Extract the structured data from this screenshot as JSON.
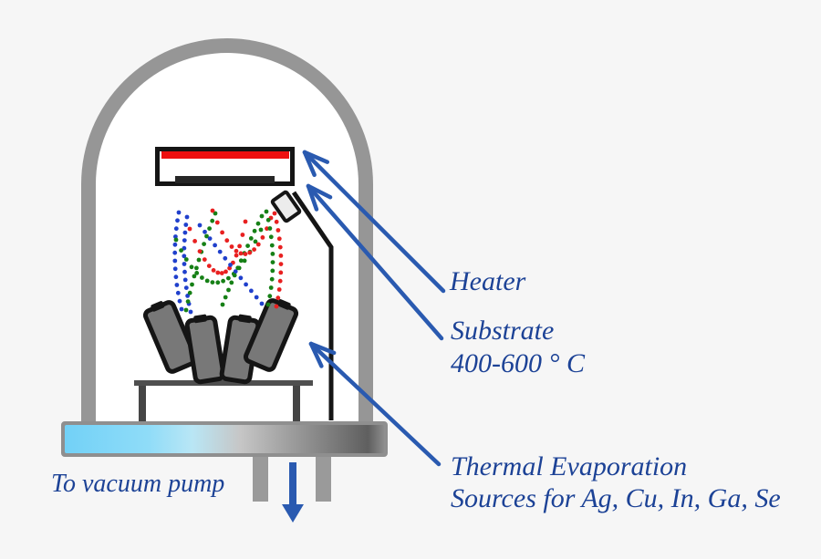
{
  "diagram": {
    "subject": "thermal-evaporation-vacuum-chamber",
    "source_materials": [
      "Ag",
      "Cu",
      "In",
      "Ga",
      "Se"
    ]
  },
  "labels": {
    "heater": "Heater",
    "substrate_line1": "Substrate",
    "substrate_line2": "400-600 ° C",
    "sources_line1": "Thermal Evaporation",
    "sources_line2": "Sources for Ag, Cu, In, Ga, Se",
    "vacuum_pump": "To vacuum pump"
  },
  "colors": {
    "background": "#f6f6f6",
    "annotation_text": "#1c4296",
    "annotation_arrow": "#2a5ab0",
    "chamber_wall": "#969696",
    "heater_red": "#ee1010",
    "substrate_dark": "#262626",
    "crucible_fill": "#787878",
    "outline_black": "#151515",
    "flange_blue": "#72d1f7",
    "flange_gray": "#5f5f5f",
    "plume_blue": "#2040cc",
    "plume_green": "#168016",
    "plume_red": "#e82020"
  },
  "icons": {
    "annotation_arrow": "up-left-open-arrow",
    "vacuum_arrow": "down-filled-arrow"
  }
}
